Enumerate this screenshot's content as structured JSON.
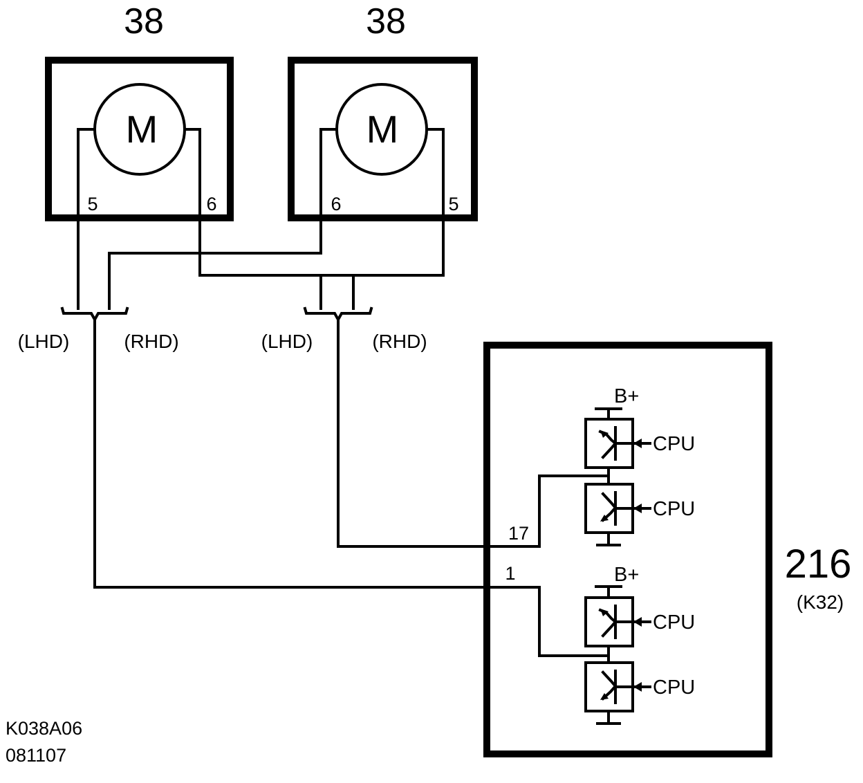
{
  "motors": [
    {
      "id": "38",
      "symbol": "M",
      "pin_left": "5",
      "pin_right": "6"
    },
    {
      "id": "38",
      "symbol": "M",
      "pin_left": "6",
      "pin_right": "5"
    }
  ],
  "drive_options": {
    "left": {
      "lhd": "(LHD)",
      "rhd": "(RHD)"
    },
    "right": {
      "lhd": "(LHD)",
      "rhd": "(RHD)"
    }
  },
  "control_module": {
    "id": "216",
    "sub": "(K32)",
    "pin_upper": "17",
    "pin_lower": "1",
    "supply_upper": "B+",
    "supply_lower": "B+",
    "cpu_labels": [
      "CPU",
      "CPU",
      "CPU",
      "CPU"
    ]
  },
  "footer": {
    "code": "K038A06",
    "date": "081107"
  }
}
